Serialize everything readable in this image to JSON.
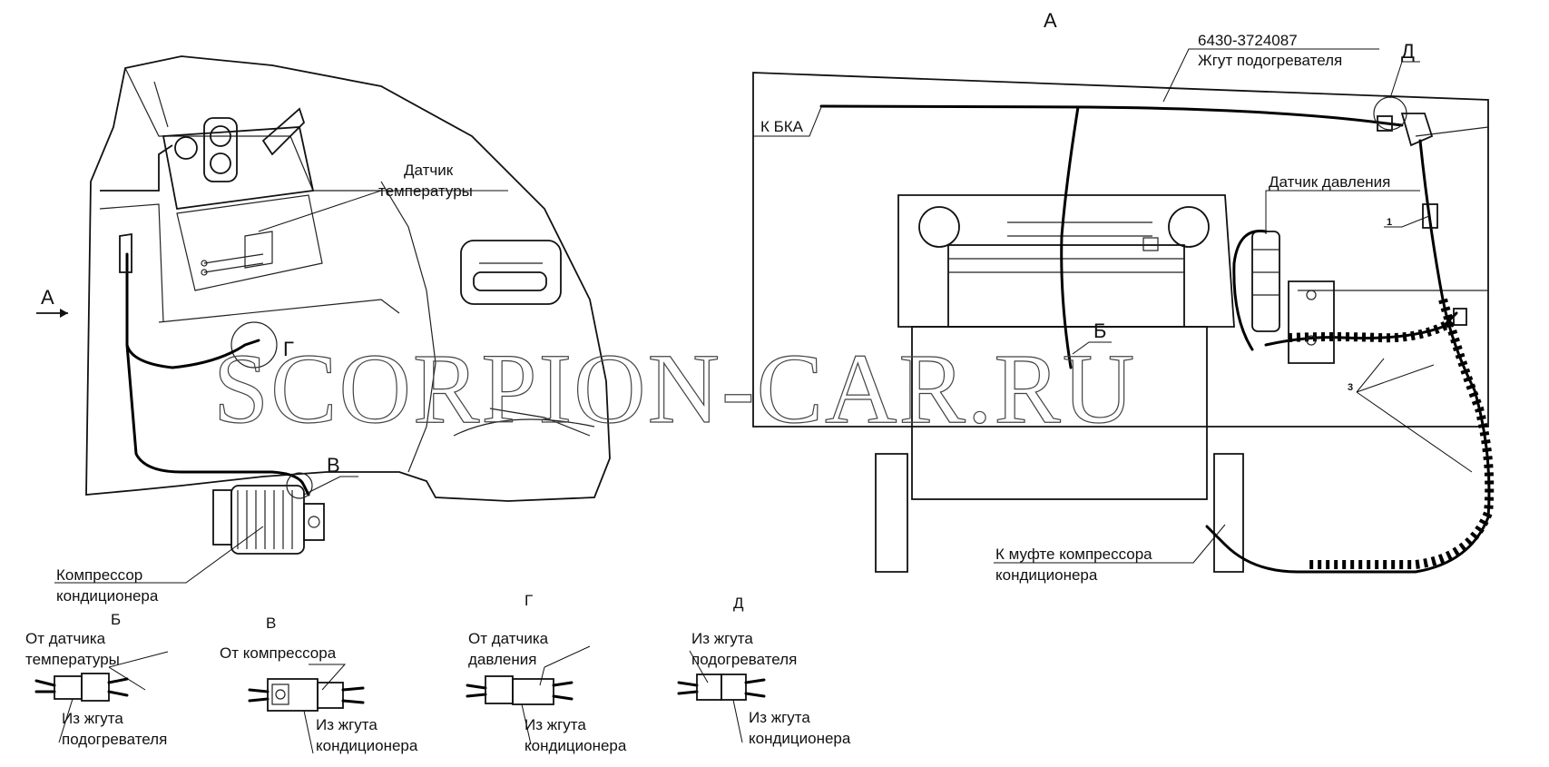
{
  "view_labels": {
    "a_view_top": "А",
    "a_arrow": "А",
    "detail_g": "Г",
    "detail_v": "В",
    "detail_b": "Б",
    "detail_d": "Д"
  },
  "callouts": {
    "temp_sensor": [
      "Датчик",
      "температуры"
    ],
    "compressor": [
      "Компрессор",
      "кондиционера"
    ],
    "part_number": "6430-3724087",
    "heater_harness": "Жгут подогревателя",
    "to_bka": "К БКА",
    "pressure_sensor": "Датчик давления",
    "to_compressor_clutch": [
      "К муфте компрессора",
      "кондиционера"
    ],
    "pos_1": "1",
    "pos_3": "3"
  },
  "details": {
    "b": {
      "title": "Б",
      "from": [
        "От датчика",
        "температуры"
      ],
      "to": [
        "Из жгута",
        "подогревателя"
      ]
    },
    "v": {
      "title": "В",
      "from": [
        "От компрессора"
      ],
      "to": [
        "Из жгута",
        "кондиционера"
      ]
    },
    "g": {
      "title": "Г",
      "from": [
        "От датчика",
        "давления"
      ],
      "to": [
        "Из жгута",
        "кондиционера"
      ]
    },
    "d": {
      "title": "Д",
      "from": [
        "Из жгута",
        "подогревателя"
      ],
      "to": [
        "Из жгута",
        "кондиционера"
      ]
    }
  },
  "watermark": "SCORPION-CAR.RU"
}
